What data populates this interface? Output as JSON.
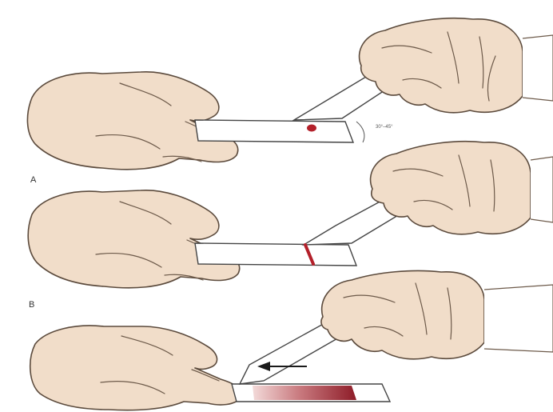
{
  "panels": [
    {
      "label": "A",
      "angle_text": "30°–45°"
    },
    {
      "label": "B"
    },
    {
      "label": ""
    }
  ],
  "colors": {
    "skin": "#f1ddc9",
    "outline": "#5b4a3c",
    "blood": "#b3202a",
    "smear_dark": "#8e1c28",
    "smear_light": "#f3dad9"
  },
  "icons": [
    "arrow-left-icon"
  ]
}
